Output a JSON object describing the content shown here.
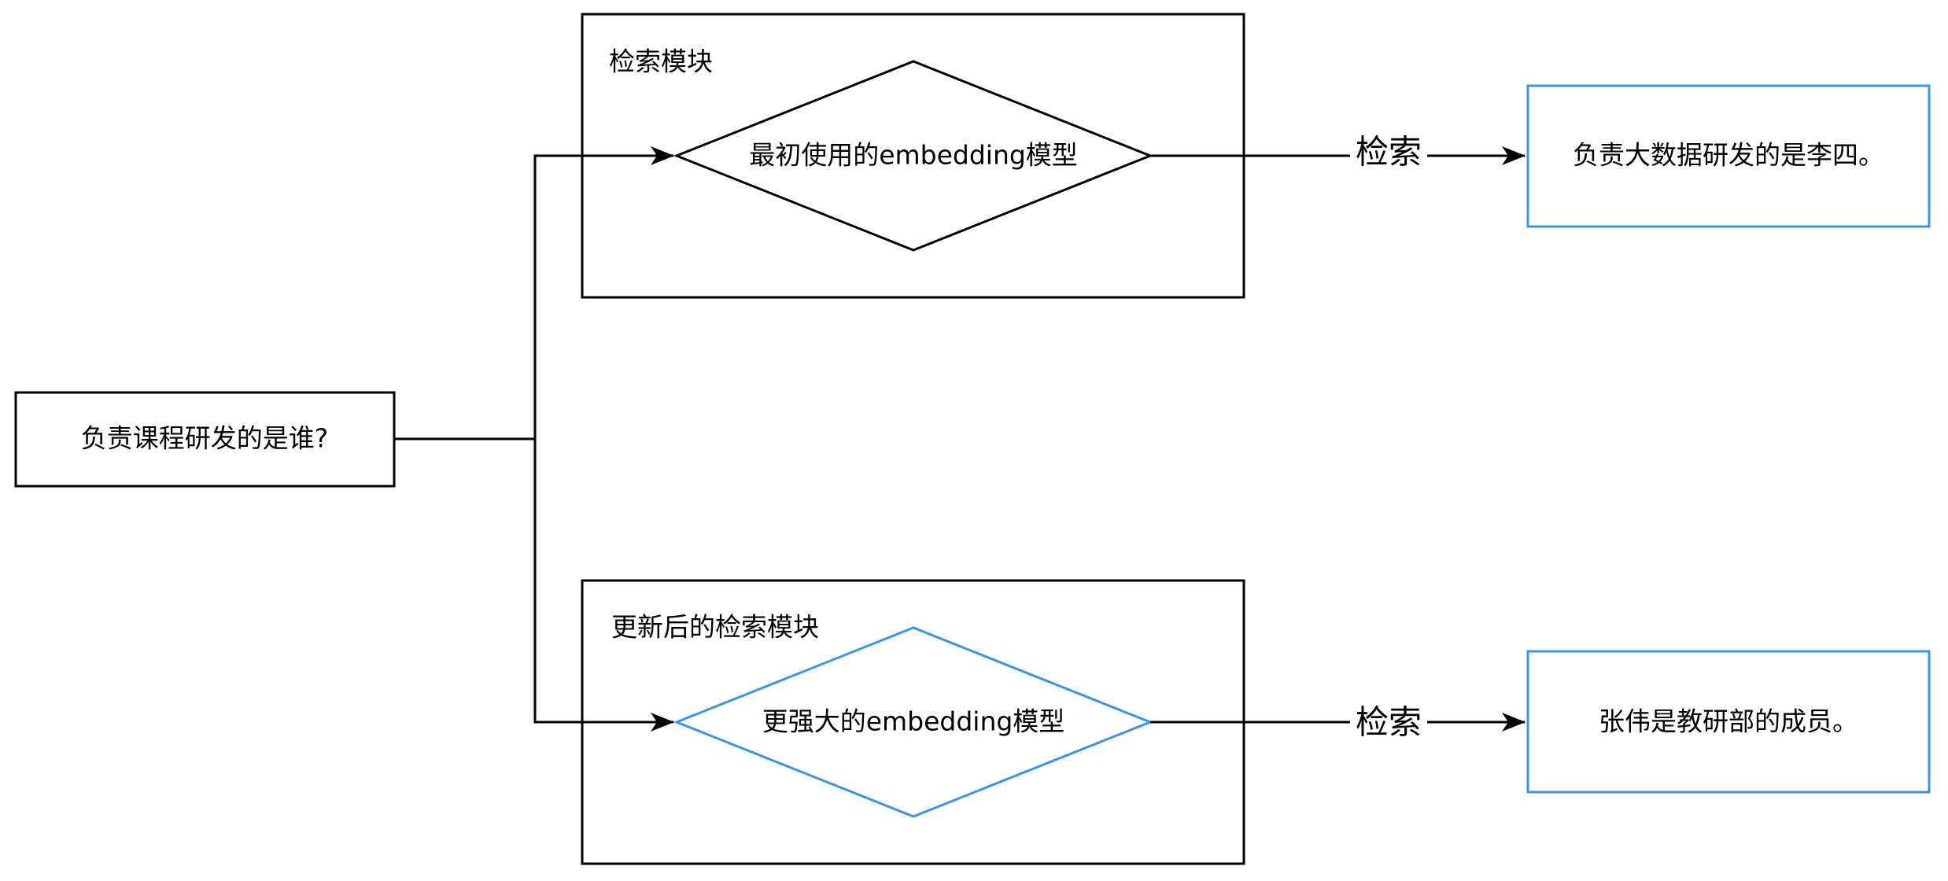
{
  "colors": {
    "stroke_default": "#000000",
    "stroke_highlight": "#3c94e0",
    "background": "#ffffff"
  },
  "question": {
    "text": "负责课程研发的是谁?"
  },
  "modules": [
    {
      "title": "检索模块",
      "model": "最初使用的embedding模型",
      "edge_label": "检索",
      "result": "负责大数据研发的是李四。"
    },
    {
      "title": "更新后的检索模块",
      "model": "更强大的embedding模型",
      "edge_label": "检索",
      "result": "张伟是教研部的成员。"
    }
  ]
}
